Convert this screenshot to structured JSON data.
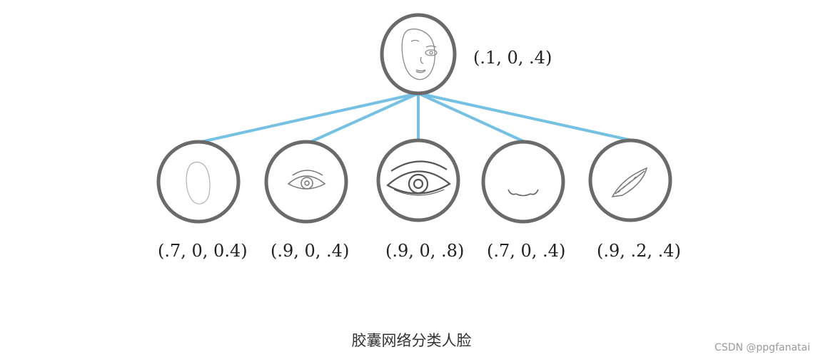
{
  "root": {
    "label": "(.1, 0, .4)",
    "icon": "face-sketch-icon"
  },
  "children": [
    {
      "label": "(.7, 0, 0.4)",
      "icon": "face-outline-icon"
    },
    {
      "label": "(.9, 0, .4)",
      "icon": "eye-small-icon"
    },
    {
      "label": "(.9, 0, .8)",
      "icon": "eye-large-icon"
    },
    {
      "label": "(.7, 0, .4)",
      "icon": "nose-icon"
    },
    {
      "label": "(.9, .2, .4)",
      "icon": "lips-icon"
    }
  ],
  "caption": "胶囊网络分类人脸",
  "watermark": "CSDN @ppgfanatai",
  "colors": {
    "connector": "#74c1e4",
    "circle_stroke": "#6a6a6a",
    "sketch": "#8a8a8a"
  }
}
